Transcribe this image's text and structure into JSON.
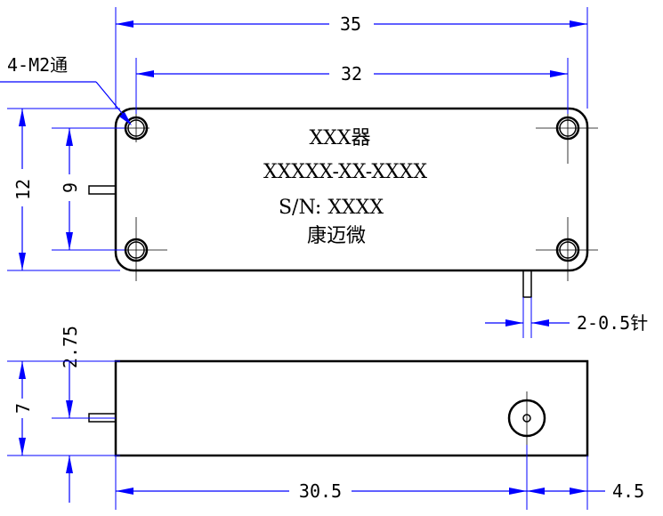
{
  "dimensions": {
    "overall_length": "35",
    "hole_spacing_length": "32",
    "overall_width": "12",
    "hole_spacing_width": "9",
    "pin_height": "2.75",
    "body_height": "7",
    "body_length_to_pin": "30.5",
    "pin_offset": "4.5"
  },
  "labels": {
    "holes": "4-M2通",
    "pins": "2-0.5针",
    "name": "XXX器",
    "model": "XXXXX-XX-XXXX",
    "serial": "S/N: XXXX",
    "brand": "康迈微"
  }
}
